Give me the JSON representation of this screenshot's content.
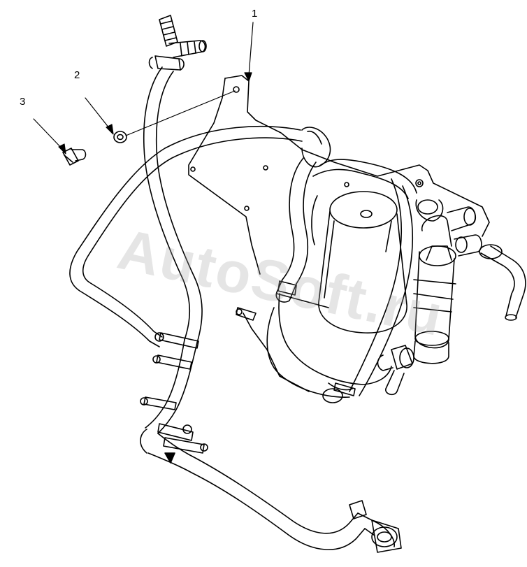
{
  "callouts": [
    {
      "id": "1",
      "text": "1"
    },
    {
      "id": "2",
      "text": "2"
    },
    {
      "id": "3",
      "text": "3"
    }
  ],
  "watermark": "AutoSoft.ru",
  "colors": {
    "line": "#000000",
    "background": "#ffffff",
    "watermark": "#a0a0a0"
  }
}
